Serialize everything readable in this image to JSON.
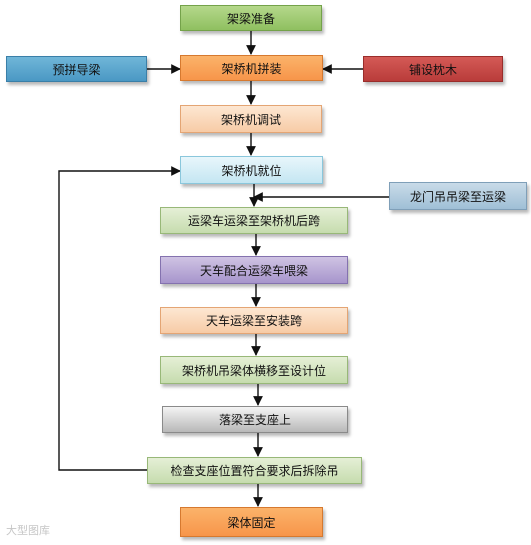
{
  "diagram": {
    "nodes": {
      "prep": "架梁准备",
      "preassemble": "预拼导梁",
      "assemble": "架桥机拼装",
      "sleepers": "铺设枕木",
      "debug": "架桥机调试",
      "in_position": "架桥机就位",
      "gantry": "龙门吊吊梁至运梁",
      "transport": "运梁车运梁至架桥机后跨",
      "feed": "天车配合运梁车喂梁",
      "to_span": "天车运梁至安装跨",
      "lateral_move": "架桥机吊梁体横移至设计位",
      "drop": "落梁至支座上",
      "check": "检查支座位置符合要求后拆除吊",
      "fix": "梁体固定"
    },
    "watermark": "大型图库"
  },
  "colors": {
    "green": "#8fc060",
    "orange": "#f7954a",
    "blue": "#4a98c4",
    "red": "#b93c3a",
    "peach": "#f7cba6",
    "light_blue": "#c4e6f2",
    "steel_blue": "#9fbfd6",
    "light_green": "#c6dcae",
    "purple": "#a795cc",
    "gray": "#b8b8b8",
    "arrow": "#111111"
  }
}
